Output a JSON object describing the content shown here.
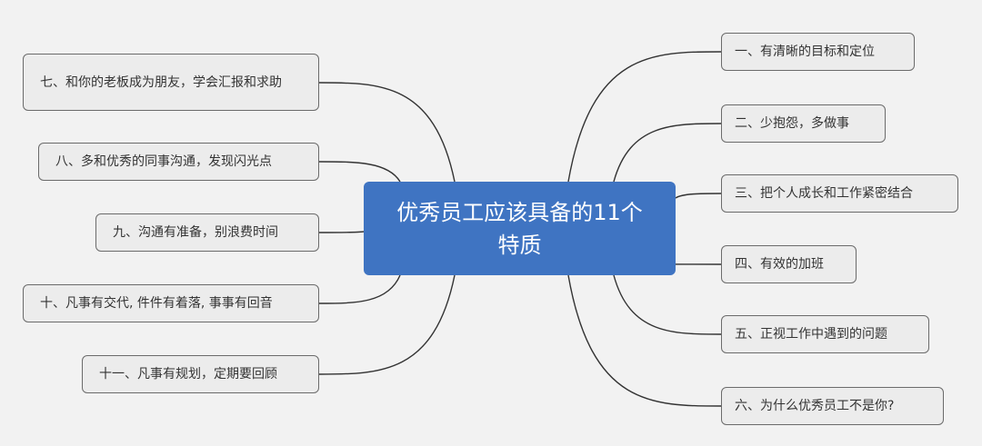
{
  "colors": {
    "background": "#f2f2f2",
    "central_fill": "#3f74c2",
    "central_text": "#ffffff",
    "node_fill": "#ececec",
    "node_border": "#6b6b6b",
    "connector": "#333333"
  },
  "central_topic": "优秀员工应该具备的11个特质",
  "right_branches": [
    "一、有清晰的目标和定位",
    "二、少抱怨，多做事",
    "三、把个人成长和工作紧密结合",
    "四、有效的加班",
    "五、正视工作中遇到的问题",
    "六、为什么优秀员工不是你?"
  ],
  "left_branches": [
    "七、和你的老板成为朋友，学会汇报和求助",
    "八、多和优秀的同事沟通，发现闪光点",
    "九、沟通有准备，别浪费时间",
    "十、凡事有交代, 件件有着落, 事事有回音",
    "十一、凡事有规划，定期要回顾"
  ]
}
